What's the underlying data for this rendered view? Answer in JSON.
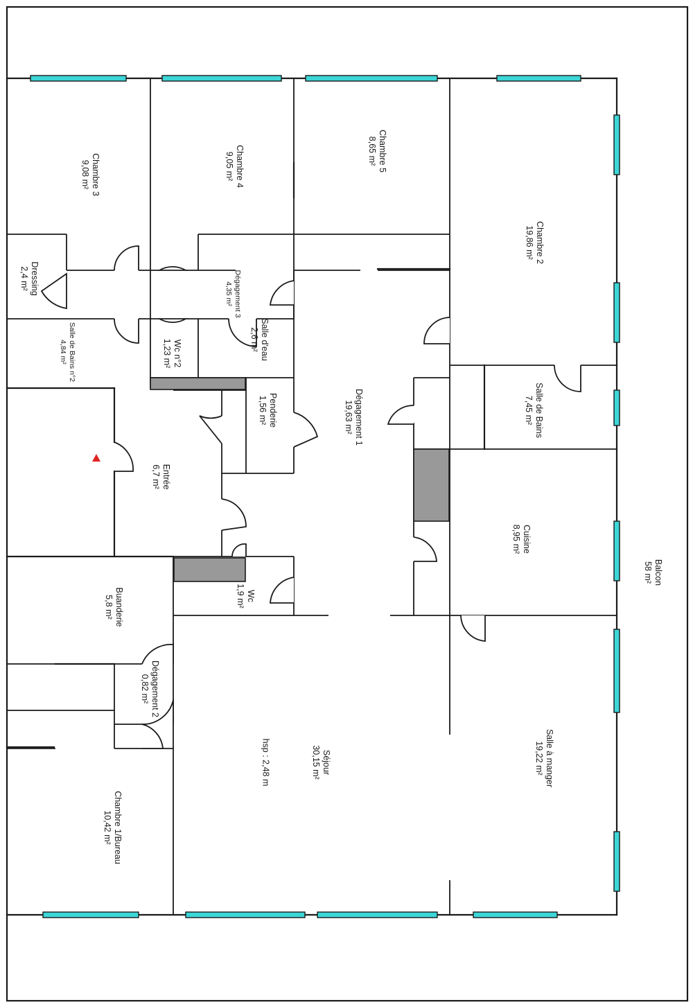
{
  "plan": {
    "rooms": [
      {
        "name": "Chambre 3",
        "area": "9,08 m²"
      },
      {
        "name": "Chambre 4",
        "area": "9,05 m²"
      },
      {
        "name": "Chambre 5",
        "area": "8,65 m²"
      },
      {
        "name": "Chambre 2",
        "area": "19,86 m²"
      },
      {
        "name": "Dressing",
        "area": "2,4 m²"
      },
      {
        "name": "Dégagement 3",
        "area": "4,35 m²"
      },
      {
        "name": "Salle de Bains n°2",
        "area": "4,84 m²"
      },
      {
        "name": "Wc n°2",
        "area": "1,23 m²"
      },
      {
        "name": "Salle d'eau",
        "area": "2,6 m²"
      },
      {
        "name": "Penderie",
        "area": "1,56 m²"
      },
      {
        "name": "Dégagement 1",
        "area": "19,63 m²"
      },
      {
        "name": "Salle de Bains",
        "area": "7,45 m²"
      },
      {
        "name": "Entrée",
        "area": "6,7 m²"
      },
      {
        "name": "Cuisine",
        "area": "8,95 m²"
      },
      {
        "name": "Balcon",
        "area": "58 m²"
      },
      {
        "name": "Wc",
        "area": "1,9 m²"
      },
      {
        "name": "Buanderie",
        "area": "5,8 m²"
      },
      {
        "name": "Dégagement 2",
        "area": "0,82 m²"
      },
      {
        "name": "Séjour",
        "area": "30,15 m²",
        "extra": "hsp : 2,48 m"
      },
      {
        "name": "Salle à manger",
        "area": "19,22 m²"
      },
      {
        "name": "Chambre 1/Bureau",
        "area": "10,42 m²"
      }
    ],
    "colors": {
      "wall": "#1a1a1a",
      "window": "#3cd6d8",
      "duct": "#999999",
      "entrance_marker": "#e02424"
    },
    "icons": [
      "entrance-arrow-icon"
    ]
  }
}
